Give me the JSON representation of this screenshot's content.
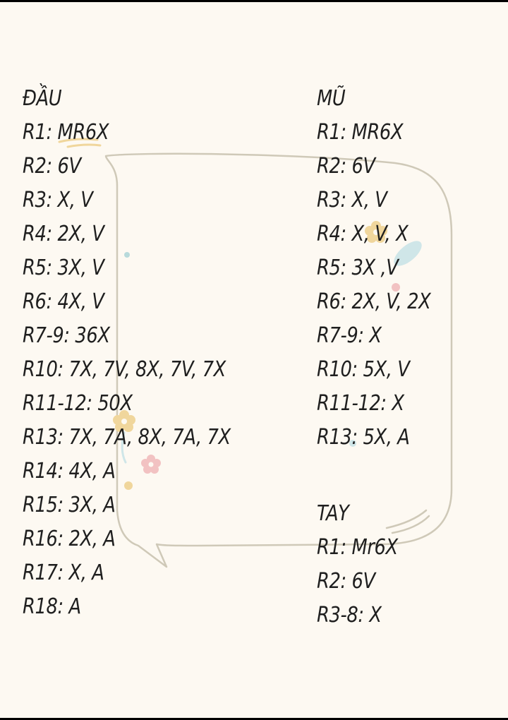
{
  "sections": {
    "dau": {
      "title": "ĐẦU",
      "rows": [
        "R1: MR6X",
        "R2: 6V",
        "R3: X, V",
        "R4: 2X, V",
        "R5: 3X, V",
        "R6: 4X, V",
        "R7-9: 36X",
        "R10: 7X, 7V, 8X, 7V, 7X",
        "R11-12: 50X",
        "R13: 7X, 7A, 8X, 7A, 7X",
        "R14: 4X, A",
        "R15: 3X, A",
        "R16: 2X, A",
        "R17: X, A",
        "R18: A"
      ]
    },
    "mu": {
      "title": "MŨ",
      "rows": [
        "R1: MR6X",
        "R2: 6V",
        "R3: X, V",
        "R4: X, V, X",
        "R5: 3X ,V",
        "R6: 2X, V, 2X",
        "R7-9: X",
        "R10: 5X, V",
        "R11-12: X",
        "R13: 5X, A"
      ]
    },
    "tay": {
      "title": "TAY",
      "rows": [
        "R1: Mr6X",
        "R2: 6V",
        "R3-8: X"
      ]
    }
  },
  "colors": {
    "page_background": "#fdf9f2",
    "text": "#1f1f1f",
    "bubble_outline": "#cfc9b8",
    "flower_yellow": "#f0d69c",
    "flower_pink": "#f2c2c2",
    "leaf_blue": "#cfe6e8"
  }
}
